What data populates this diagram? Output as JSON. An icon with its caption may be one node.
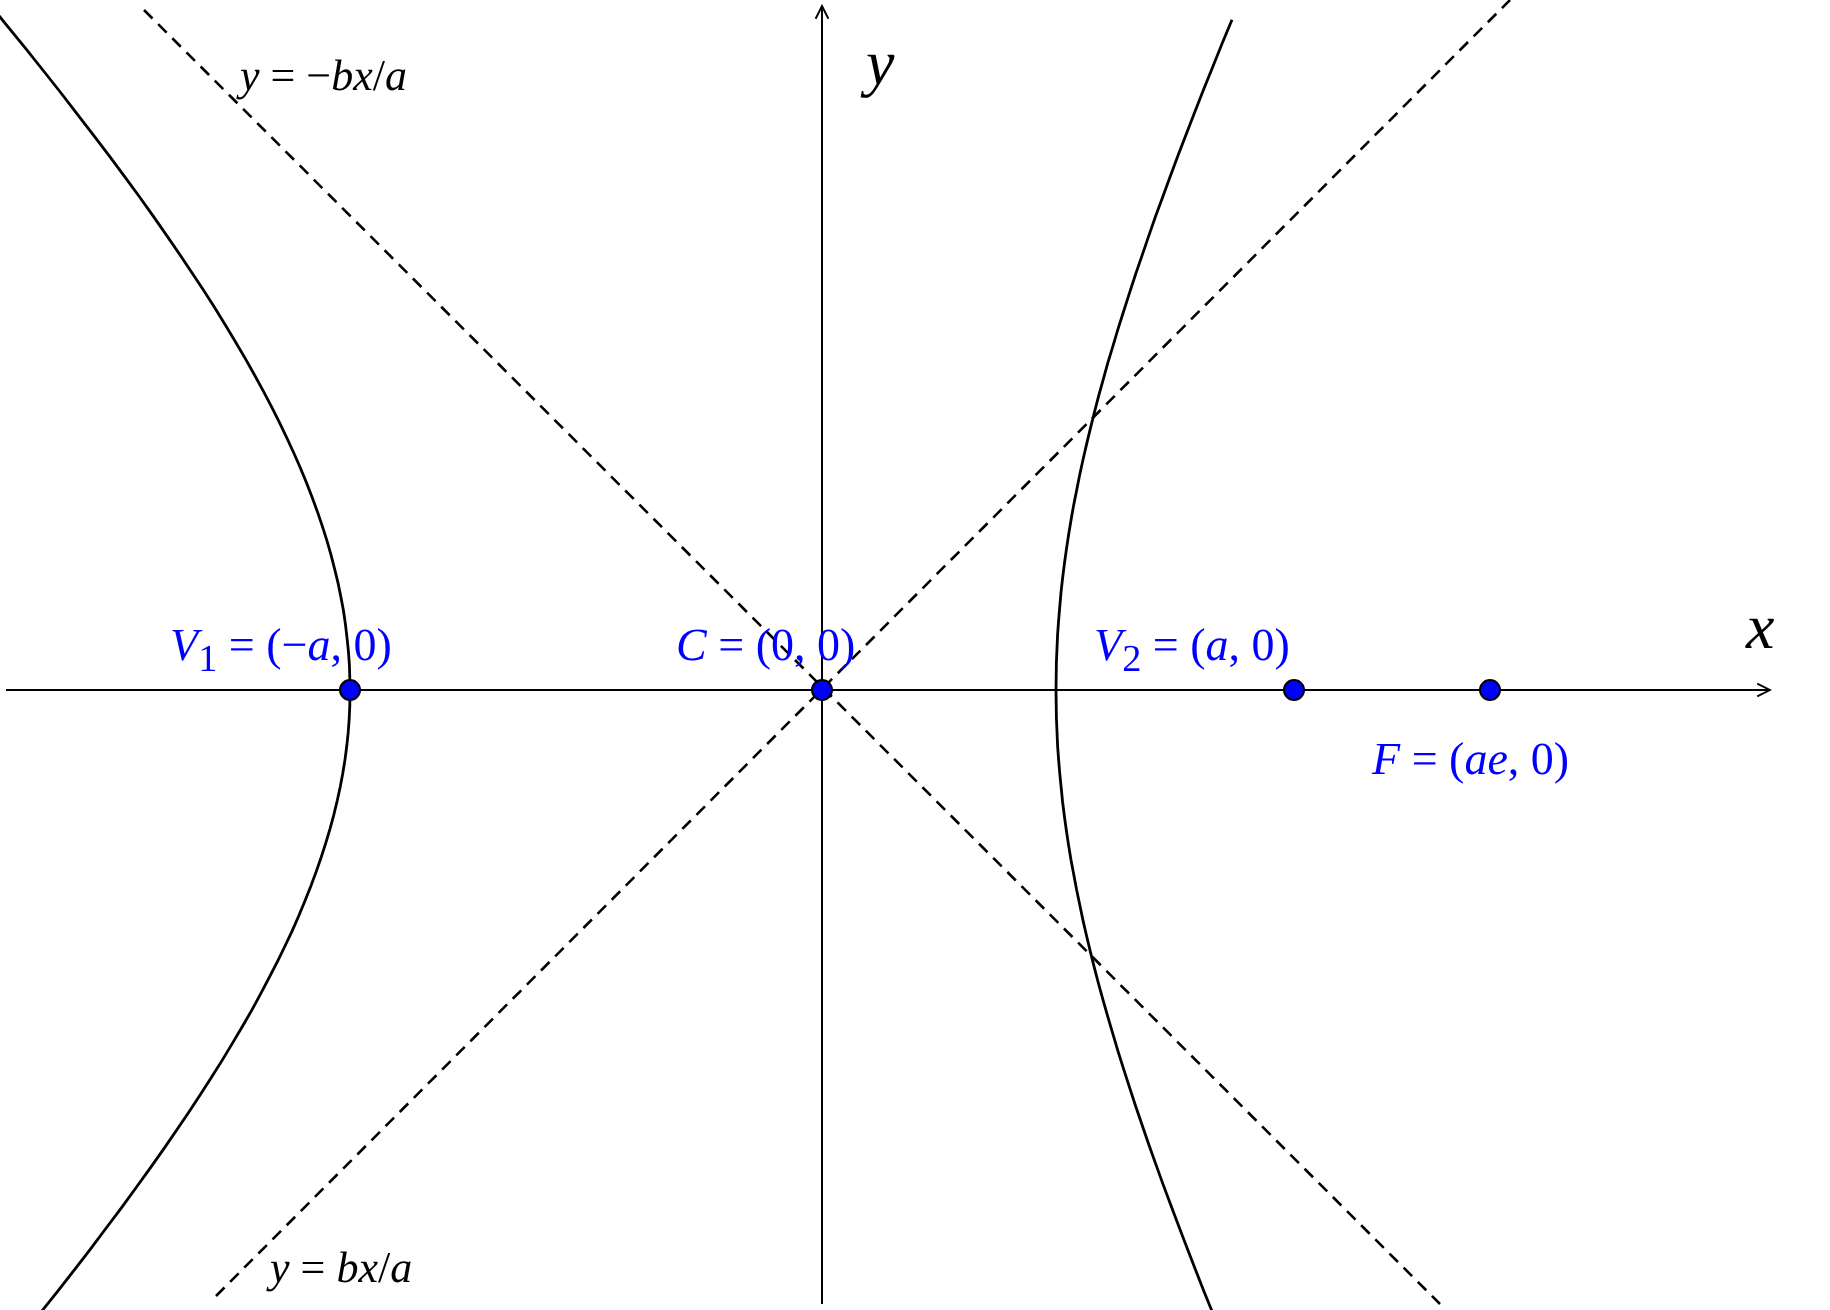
{
  "diagram": {
    "labels": [
      "*y* = −*bx*/*a*",
      "*y*",
      "*x*",
      "*V*$_{1}$ = (−*a*, 0)",
      "*C* = (0, 0)",
      "*V*$_{2}$ = (*a*, 0)",
      "*F* = (*ae*, 0)",
      "*y* = *bx*/*a*"
    ]
  }
}
